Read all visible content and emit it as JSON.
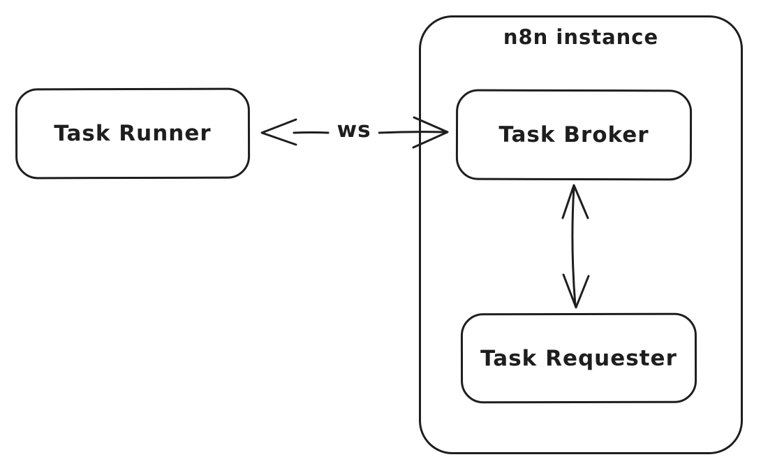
{
  "canvas": {
    "background": "#ffffff",
    "stroke_color": "#1e1e1e"
  },
  "diagram": {
    "container": {
      "label": "n8n instance"
    },
    "nodes": {
      "task_runner": {
        "label": "Task Runner"
      },
      "task_broker": {
        "label": "Task Broker"
      },
      "task_requester": {
        "label": "Task Requester"
      }
    },
    "edges": {
      "runner_broker": {
        "label": "ws",
        "direction": "bidirectional"
      },
      "broker_requester": {
        "label": "",
        "direction": "bidirectional"
      }
    }
  }
}
